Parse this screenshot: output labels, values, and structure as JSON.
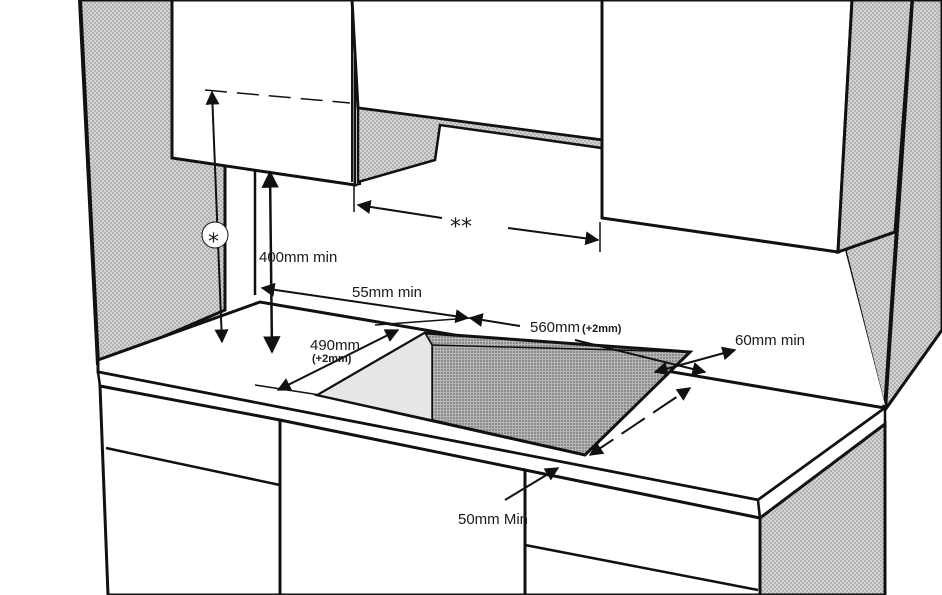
{
  "labels": {
    "star_single": "*",
    "star_double": "**",
    "height_400": "400mm min",
    "gap_55": "55mm min",
    "width_560": "560mm",
    "width_560_tol": "(+2mm)",
    "depth_490": "490mm",
    "depth_490_tol": "(+2mm)",
    "side_60": "60mm min",
    "front_50": "50mm Min"
  }
}
